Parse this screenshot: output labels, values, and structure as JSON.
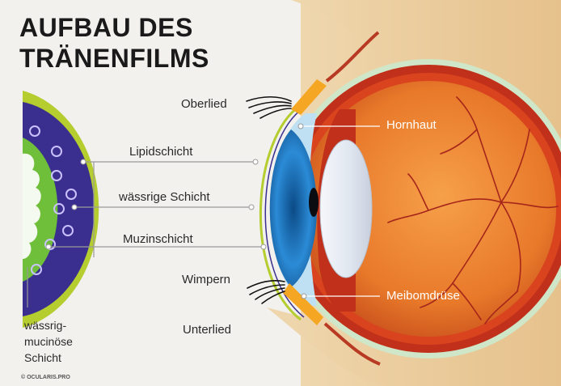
{
  "title": {
    "line1": "AUFBAU DES",
    "line2": "TRÄNENFILMS"
  },
  "labels": {
    "oberlied": "Oberlied",
    "hornhaut": "Hornhaut",
    "lipidschicht": "Lipidschicht",
    "waessrige_schicht": "wässrige Schicht",
    "muzinschicht": "Muzinschicht",
    "wimpern": "Wimpern",
    "meibomdruese": "Meibomdrüse",
    "unterlied": "Unterlied",
    "waessrig_mucinoese": [
      "wässrig-",
      "mucinöse",
      "Schicht"
    ]
  },
  "credit": "© OCULARIS.PRO",
  "colors": {
    "skin": "#efd3a6",
    "iris": "#1f78c4",
    "sclera_red": "#c8321c",
    "retina_orange": "#ef8a2e",
    "gland": "#f5a623",
    "lipid_layer": "#b5cd2e",
    "aqueous_layer": "#3a2f8f",
    "mucin_layer": "#6fbf3a",
    "background": "#ecebe8"
  },
  "icons": [
    "eyelash-upper-icon",
    "eyelash-lower-icon"
  ]
}
